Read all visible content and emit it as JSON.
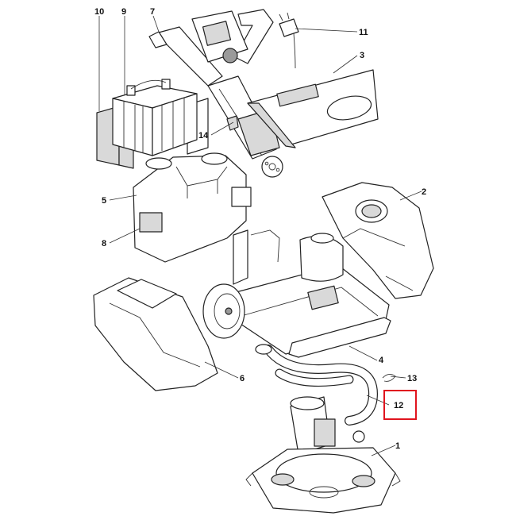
{
  "callouts": {
    "p1": "1",
    "p2": "2",
    "p3": "3",
    "p4": "4",
    "p5": "5",
    "p6": "6",
    "p7": "7",
    "p8": "8",
    "p9": "9",
    "p10": "10",
    "p11": "11",
    "p12": "12",
    "p13": "13",
    "p14": "14"
  },
  "highlight": {
    "callout": "12",
    "color": "#e0141e"
  }
}
